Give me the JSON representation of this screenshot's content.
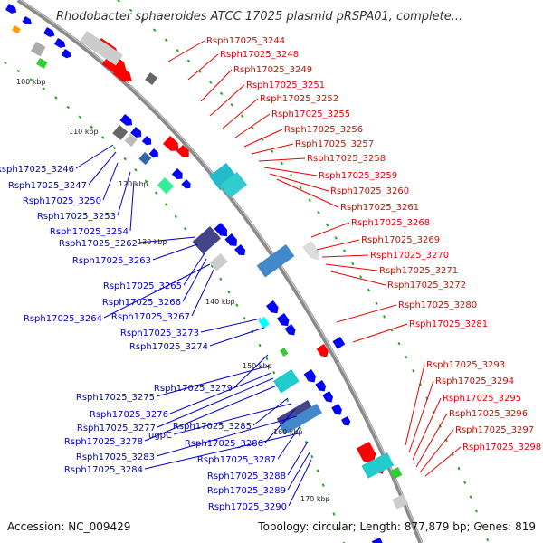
{
  "title": "Rhodobacter sphaeroides ATCC 17025 plasmid pRSPA01, complete...",
  "footer": {
    "accession": "Accession: NC_009429",
    "summary": "Topology: circular; Length: 877,879 bp; Genes: 819"
  },
  "colors": {
    "forward_label": "#ee0000",
    "reverse_label": "#0000cc",
    "backbone": "#8a8a8a",
    "cds_forward": "#ff0000",
    "cds_reverse": "#0000ff",
    "tick_dots": "#22aa22"
  },
  "ticks": [
    "100 kbp",
    "110 kbp",
    "120 kbp",
    "130 kbp",
    "140 kbp",
    "150 kbp",
    "160 kbp",
    "170 kbp"
  ],
  "forward_labels": [
    "Rsph17025_3244",
    "Rsph17025_3248",
    "Rsph17025_3249",
    "Rsph17025_3251",
    "Rsph17025_3252",
    "Rsph17025_3255",
    "Rsph17025_3256",
    "Rsph17025_3257",
    "Rsph17025_3258",
    "Rsph17025_3259",
    "Rsph17025_3260",
    "Rsph17025_3261",
    "Rsph17025_3268",
    "Rsph17025_3269",
    "Rsph17025_3270",
    "Rsph17025_3271",
    "Rsph17025_3272",
    "Rsph17025_3280",
    "Rsph17025_3281",
    "Rsph17025_3293",
    "Rsph17025_3294",
    "Rsph17025_3295",
    "Rsph17025_3296",
    "Rsph17025_3297",
    "Rsph17025_3298"
  ],
  "reverse_labels": [
    "Rsph17025_3246",
    "Rsph17025_3247",
    "Rsph17025_3250",
    "Rsph17025_3253",
    "Rsph17025_3254",
    "Rsph17025_3262",
    "Rsph17025_3263",
    "Rsph17025_3265",
    "Rsph17025_3266",
    "Rsph17025_3264",
    "Rsph17025_3267",
    "Rsph17025_3273",
    "Rsph17025_3274",
    "Rsph17025_3279",
    "Rsph17025_3275",
    "Rsph17025_3276",
    "Rsph17025_3277",
    "Rsph17025_3278",
    "Rsph17025_3285",
    "ugpC",
    "Rsph17025_3286",
    "Rsph17025_3283",
    "Rsph17025_3287",
    "Rsph17025_3284",
    "Rsph17025_3288",
    "Rsph17025_3289",
    "Rsph17025_3290"
  ]
}
